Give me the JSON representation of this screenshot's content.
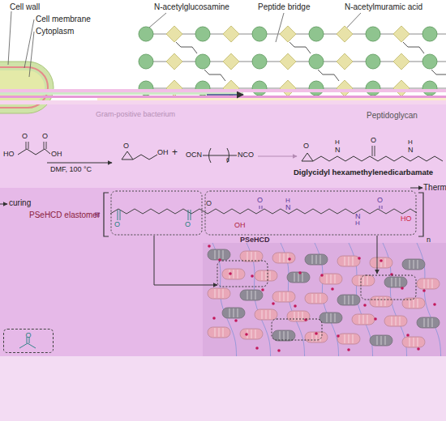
{
  "diagram": {
    "nodes": [
      {
        "text": [
          "O"
        ]
      }
    ],
    "labels": [
      "Cell wall",
      "Cell membrane",
      "Cytoplasm",
      "N-acetylglucosamine",
      "Peptide bridge",
      "N-acetylmuramic acid",
      "Gram-positive bacterium",
      "Peptidoglycan",
      "O",
      "O",
      "HO",
      "OH",
      "DMF, 100 °C",
      "O",
      "OH",
      "+",
      "OCN",
      "6",
      "NCO",
      "O",
      "H",
      "N",
      "O",
      "N",
      "H",
      "Diglycidyl hexamethylenedicarbamate",
      "curing",
      "PSeHCD elastomer",
      "O",
      "O",
      "O",
      "OH",
      "O",
      "H",
      "N",
      "N",
      "H",
      "O",
      "HO",
      "PSeHCD",
      "n",
      "Therm"
    ]
  }
}
